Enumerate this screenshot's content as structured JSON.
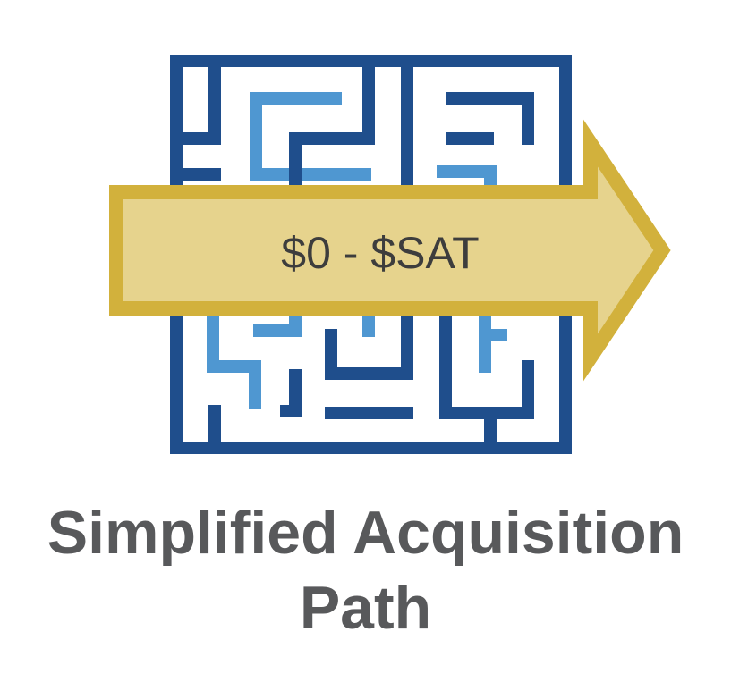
{
  "arrow": {
    "label": "$0 - $SAT"
  },
  "caption": {
    "line1": "Simplified Acquisition",
    "line2": "Path"
  },
  "colors": {
    "maze_dark_blue": "#1f4e8c",
    "maze_light_blue": "#4f97d1",
    "arrow_fill": "#e6d38d",
    "arrow_outline": "#d2b13c",
    "text": "#58595b",
    "arrow_text": "#3d3d3d"
  },
  "icons": {
    "maze": "maze-icon",
    "arrow": "right-arrow-icon"
  }
}
